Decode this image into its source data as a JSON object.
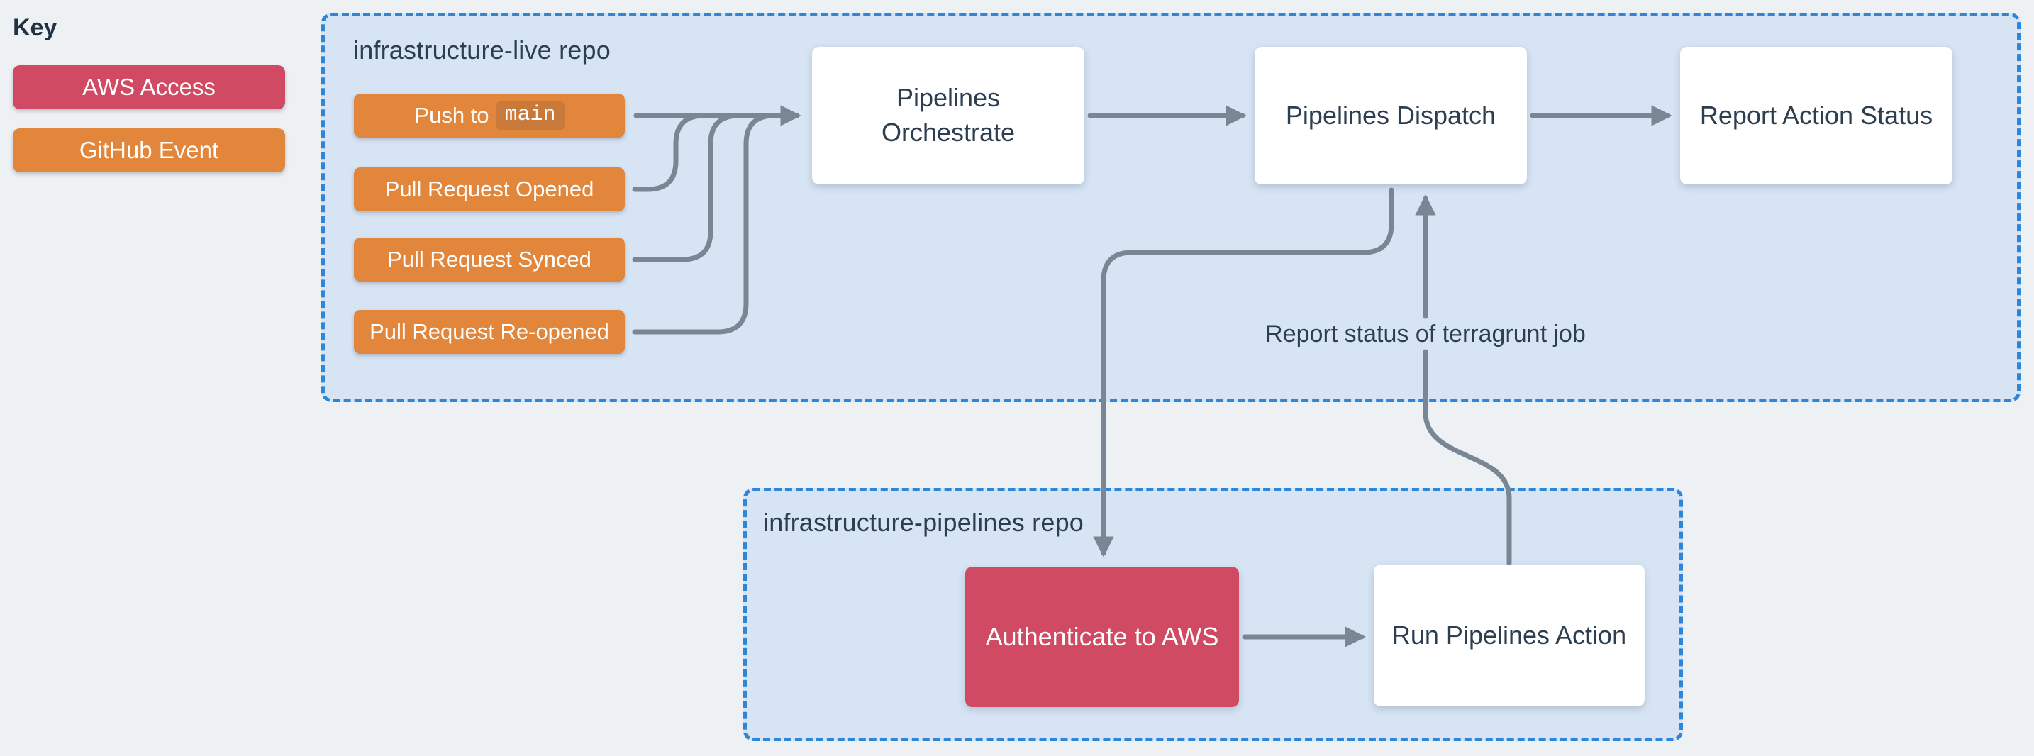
{
  "theme": {
    "page_bg": "#eef1f4",
    "panel_fill": "#d7e4f4",
    "panel_border": "#2e86d8",
    "arrow": "#798794",
    "red": "#d04a63",
    "orange": "#e2863c",
    "orange_chip": "#c9793a",
    "node_bg": "#ffffff",
    "text_dark": "#2c3e50",
    "text_light": "#ffffff"
  },
  "key": {
    "title": "Key",
    "items": [
      {
        "label": "AWS Access",
        "color": "#d04a63"
      },
      {
        "label": "GitHub Event",
        "color": "#e2863c"
      }
    ]
  },
  "live_repo": {
    "title": "infrastructure-live repo",
    "events": [
      {
        "prefix": "Push to",
        "code": "main"
      },
      {
        "label": "Pull Request Opened"
      },
      {
        "label": "Pull Request Synced"
      },
      {
        "label": "Pull Request Re-opened"
      }
    ],
    "nodes": [
      {
        "label": "Pipelines\nOrchestrate"
      },
      {
        "label": "Pipelines Dispatch"
      },
      {
        "label": "Report Action Status"
      }
    ]
  },
  "pipelines_repo": {
    "title": "infrastructure-pipelines repo",
    "nodes": [
      {
        "label": "Authenticate to AWS"
      },
      {
        "label": "Run Pipelines Action"
      }
    ]
  },
  "annotations": [
    {
      "label": "Report status of terragrunt job"
    }
  ]
}
